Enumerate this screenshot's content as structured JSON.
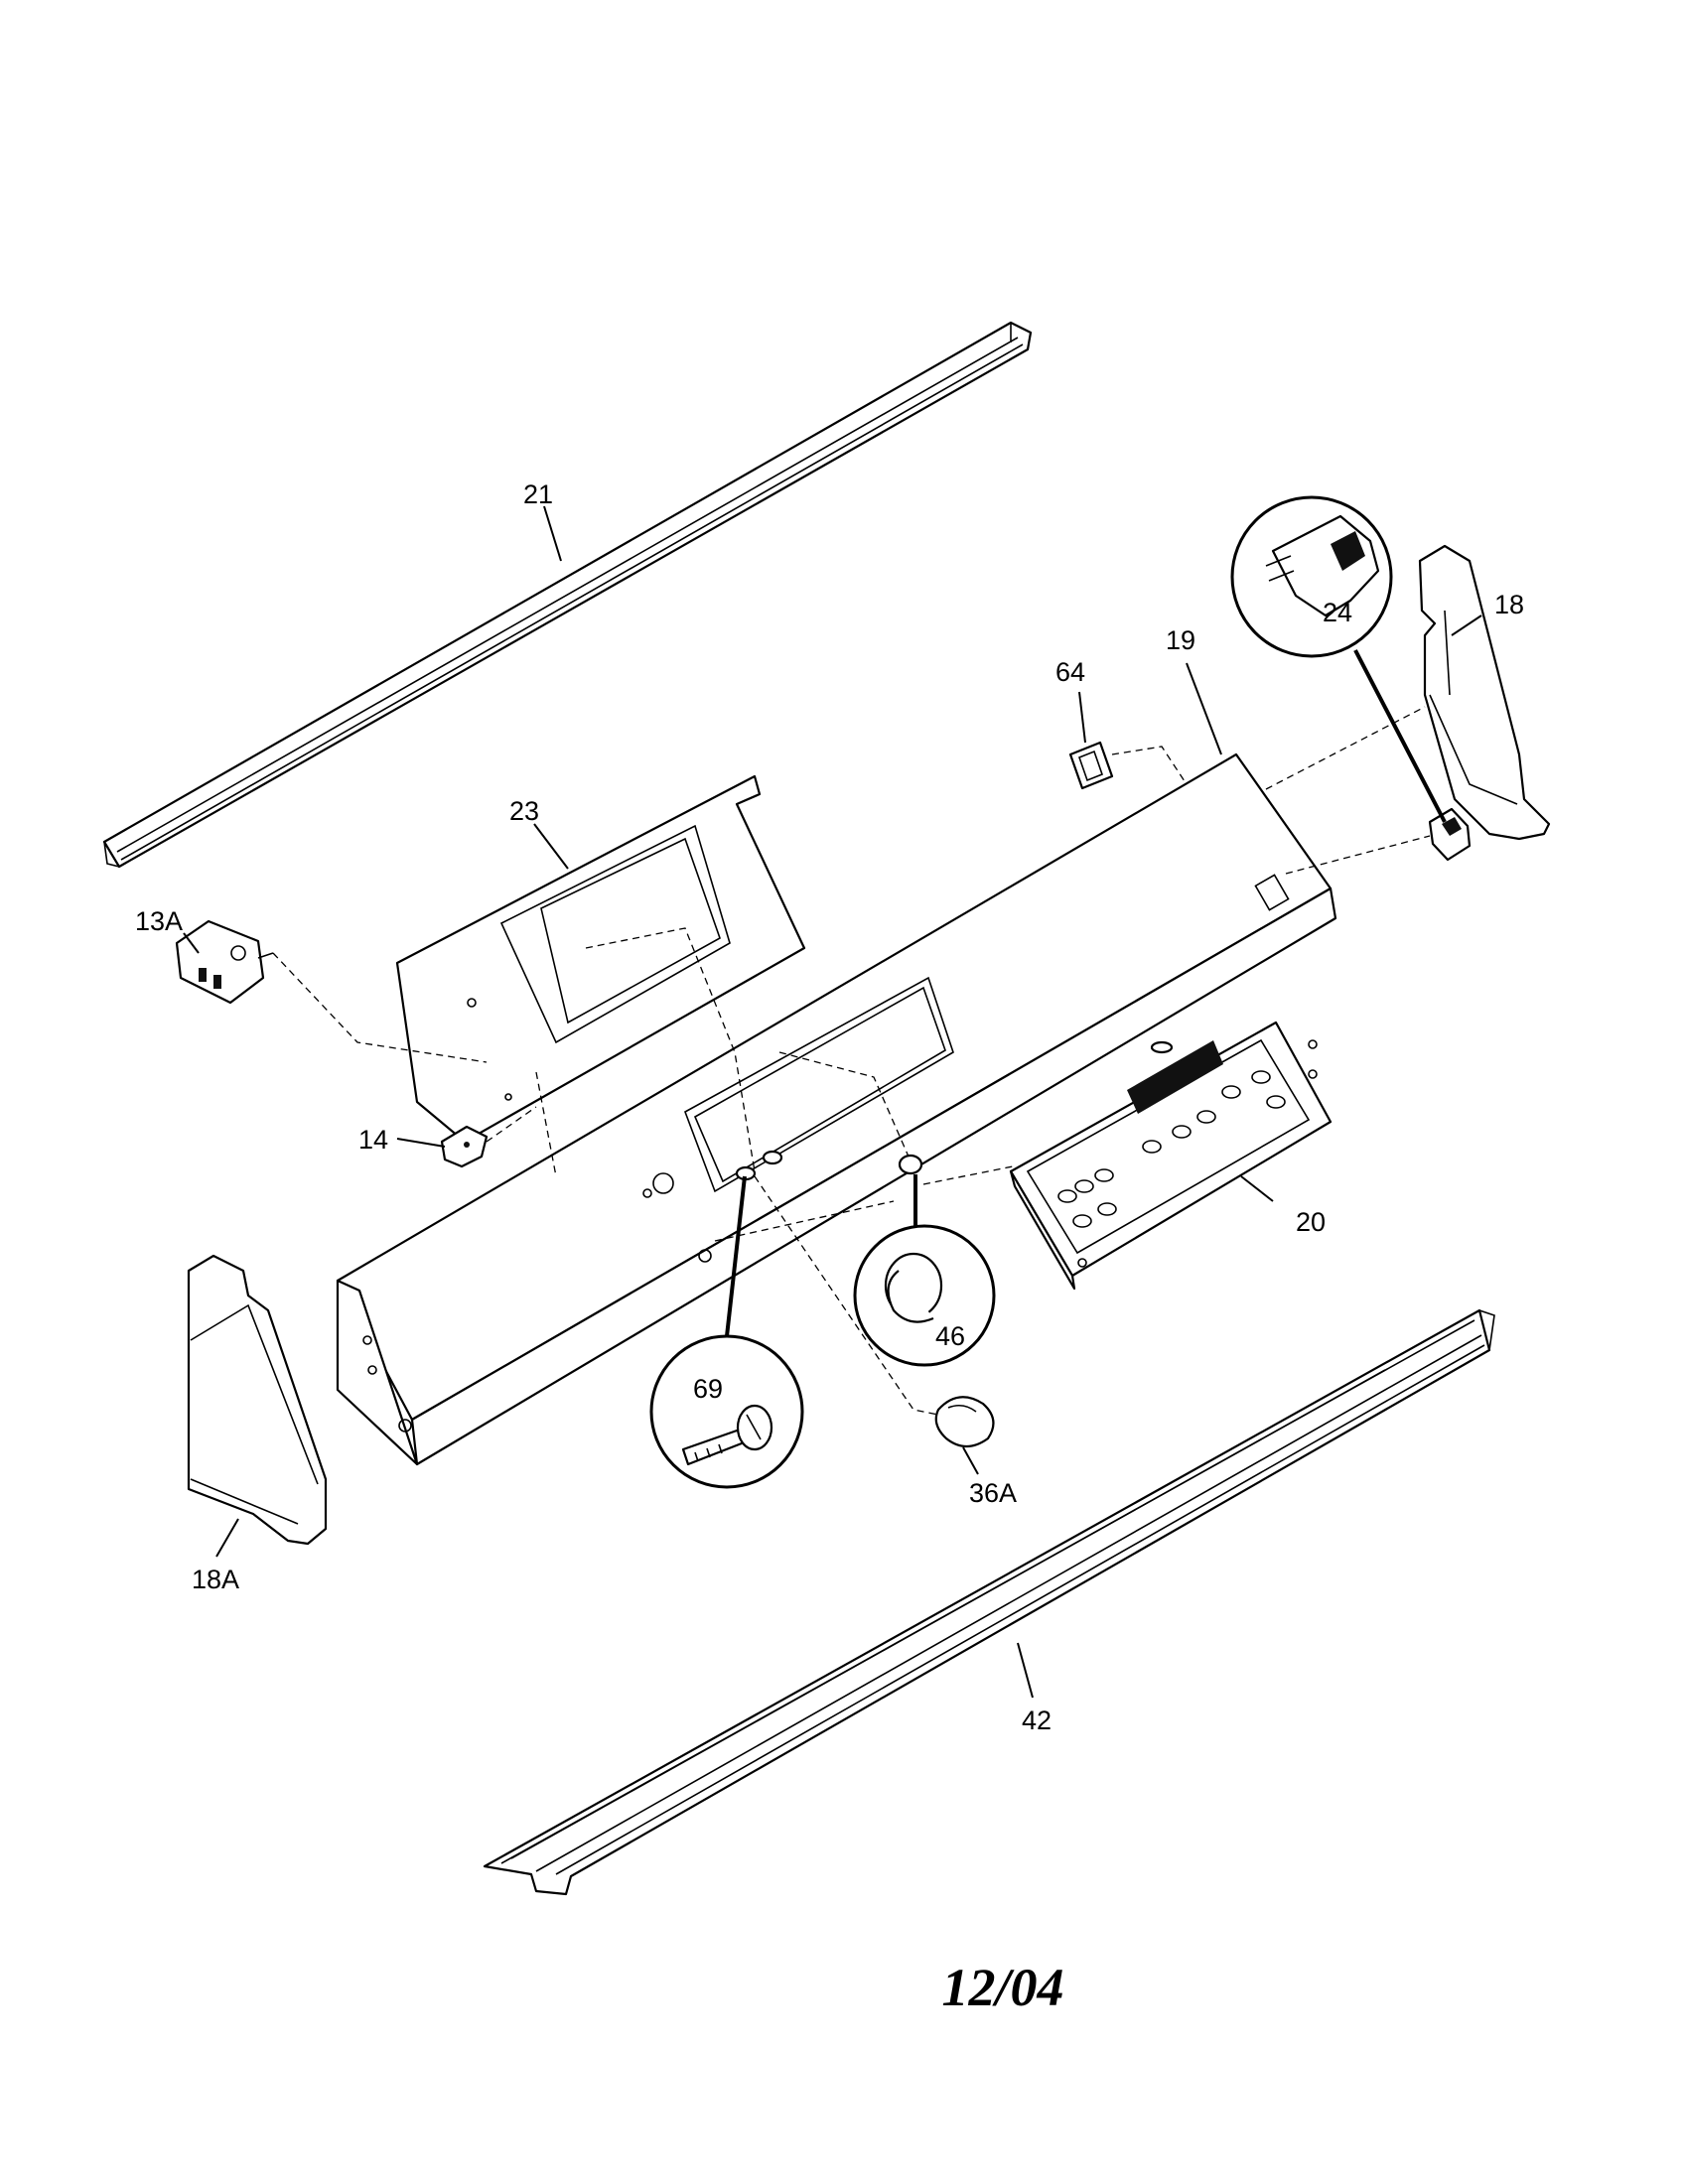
{
  "labels": {
    "p21": "21",
    "p24": "24",
    "p18": "18",
    "p19": "19",
    "p64": "64",
    "p23": "23",
    "p13a": "13A",
    "p14": "14",
    "p20": "20",
    "p46": "46",
    "p69": "69",
    "p36a": "36A",
    "p18a": "18A",
    "p42": "42"
  },
  "date_code": "12/04"
}
